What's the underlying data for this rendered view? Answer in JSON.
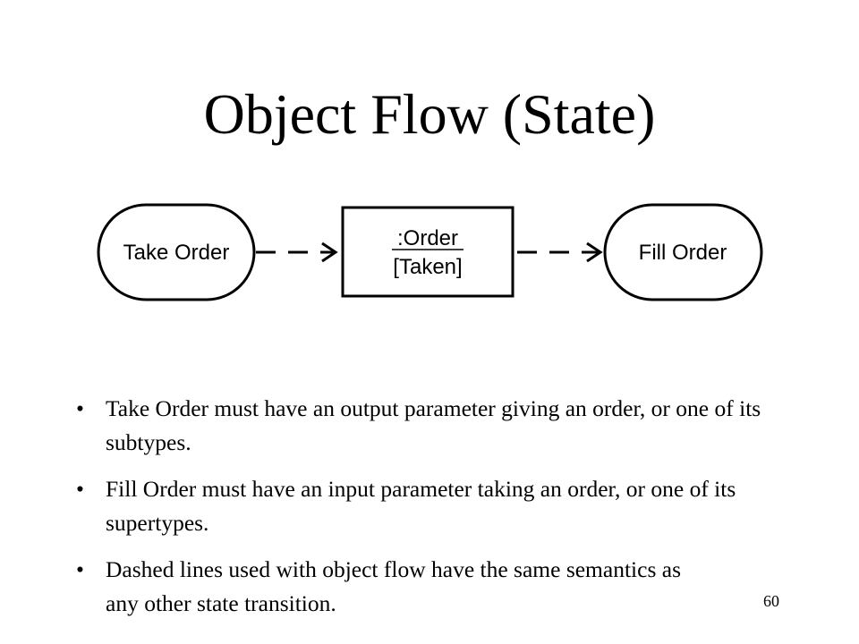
{
  "slide": {
    "title": "Object Flow (State)",
    "page_number": "60"
  },
  "diagram": {
    "take_order_label": "Take Order",
    "object_name": ":Order",
    "object_state": "[Taken]",
    "fill_order_label": "Fill Order"
  },
  "bullets": [
    "Take Order must have an output parameter giving an order, or one of its subtypes.",
    "Fill Order must have an input parameter taking an order, or one of its supertypes.",
    "Dashed lines used with object flow have the same semantics as any other state transition."
  ]
}
